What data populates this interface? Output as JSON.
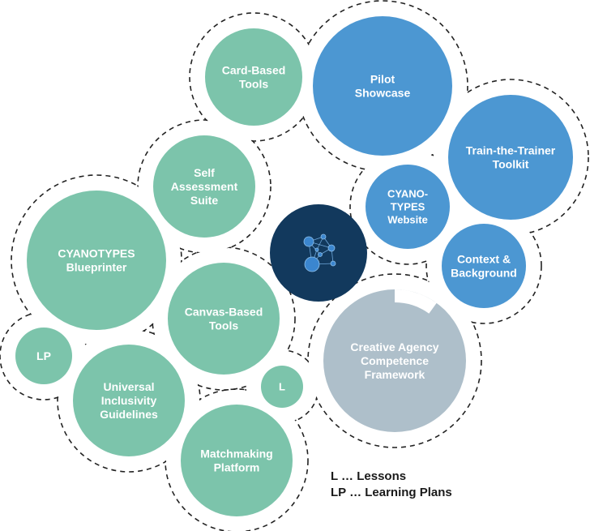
{
  "colors": {
    "teal": "#7cc4ab",
    "blue": "#4c97d2",
    "grey": "#aebfca",
    "navy": "#12395d",
    "outline": "#222222"
  },
  "bubbles": [
    {
      "id": "card-based-tools",
      "lines": [
        "Card-Based",
        "Tools"
      ],
      "color": "teal"
    },
    {
      "id": "pilot-showcase",
      "lines": [
        "Pilot",
        "Showcase"
      ],
      "color": "blue"
    },
    {
      "id": "train-the-trainer-toolkit",
      "lines": [
        "Train-the-Trainer",
        "Toolkit"
      ],
      "color": "blue"
    },
    {
      "id": "self-assessment-suite",
      "lines": [
        "Self",
        "Assessment",
        "Suite"
      ],
      "color": "teal"
    },
    {
      "id": "cyano-types-website",
      "lines": [
        "CYANO-",
        "TYPES",
        "Website"
      ],
      "color": "blue"
    },
    {
      "id": "cyanotypes-blueprinter",
      "lines": [
        "CYANOTYPES",
        "Blueprinter"
      ],
      "color": "teal"
    },
    {
      "id": "context-background",
      "lines": [
        "Context &",
        "Background"
      ],
      "color": "blue"
    },
    {
      "id": "canvas-based-tools",
      "lines": [
        "Canvas-Based",
        "Tools"
      ],
      "color": "teal"
    },
    {
      "id": "creative-agency-framework",
      "lines": [
        "Creative Agency",
        "Competence",
        "Framework"
      ],
      "color": "grey"
    },
    {
      "id": "lp",
      "lines": [
        "LP"
      ],
      "color": "teal"
    },
    {
      "id": "l",
      "lines": [
        "L"
      ],
      "color": "teal"
    },
    {
      "id": "universal-inclusivity-guidelines",
      "lines": [
        "Universal",
        "Inclusivity",
        "Guidelines"
      ],
      "color": "teal"
    },
    {
      "id": "matchmaking-platform",
      "lines": [
        "Matchmaking",
        "Platform"
      ],
      "color": "teal"
    }
  ],
  "center": {
    "icon": "network-icon",
    "color": "navy"
  },
  "framework_progress": 0.9,
  "legend": {
    "l": "L … Lessons",
    "lp": "LP … Learning Plans"
  }
}
